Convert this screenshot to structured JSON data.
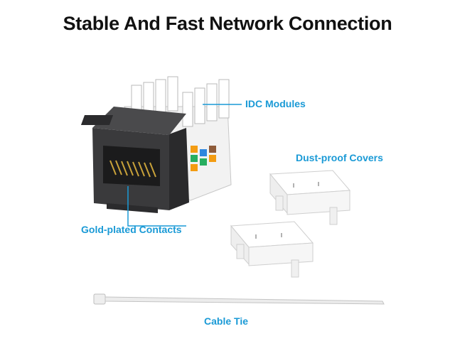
{
  "title": "Stable And Fast Network Connection",
  "labels": {
    "idc_modules": "IDC Modules",
    "dust_proof_covers": "Dust-proof Covers",
    "gold_plated_contacts": "Gold-plated Contacts",
    "cable_tie": "Cable Tie"
  },
  "colors": {
    "callout": "#1a9ad6",
    "jack_body": "#3a3a3c",
    "cover": "#ffffff",
    "gold": "#c9a23a"
  }
}
